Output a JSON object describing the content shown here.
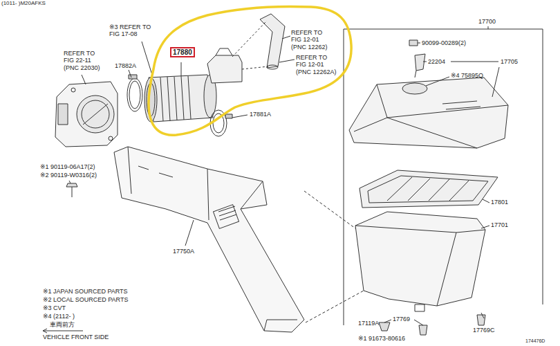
{
  "diagram": {
    "nodes": [
      {
        "text": [
          "17880"
        ]
      }
    ],
    "labels": [
      "(1011- )M20AFKS",
      "※3 REFER TO FIG 17-08",
      "REFER TO FIG 22-11 (PNC 22030)",
      "17882A",
      "REFER TO FIG 12-01 (PNC 12262)",
      "REFER TO FIG 12-01 (PNC 12262A)",
      "17881A",
      "※1 90119-06A17(2)",
      "※2 90119-W0316(2)",
      "17750A",
      "17700",
      "90099-00289(2)",
      "22204",
      "17705",
      "※4 75895Q",
      "17801",
      "17701",
      "※1 JAPAN SOURCED PARTS",
      "※2 LOCAL SOURCED PARTS",
      "※3 CVT",
      "※4 (2112- )",
      "車両前方",
      "VEHICLE FRONT SIDE",
      "17119A",
      "17769",
      "17769C",
      "※1 91673-80616",
      "174476D"
    ]
  }
}
